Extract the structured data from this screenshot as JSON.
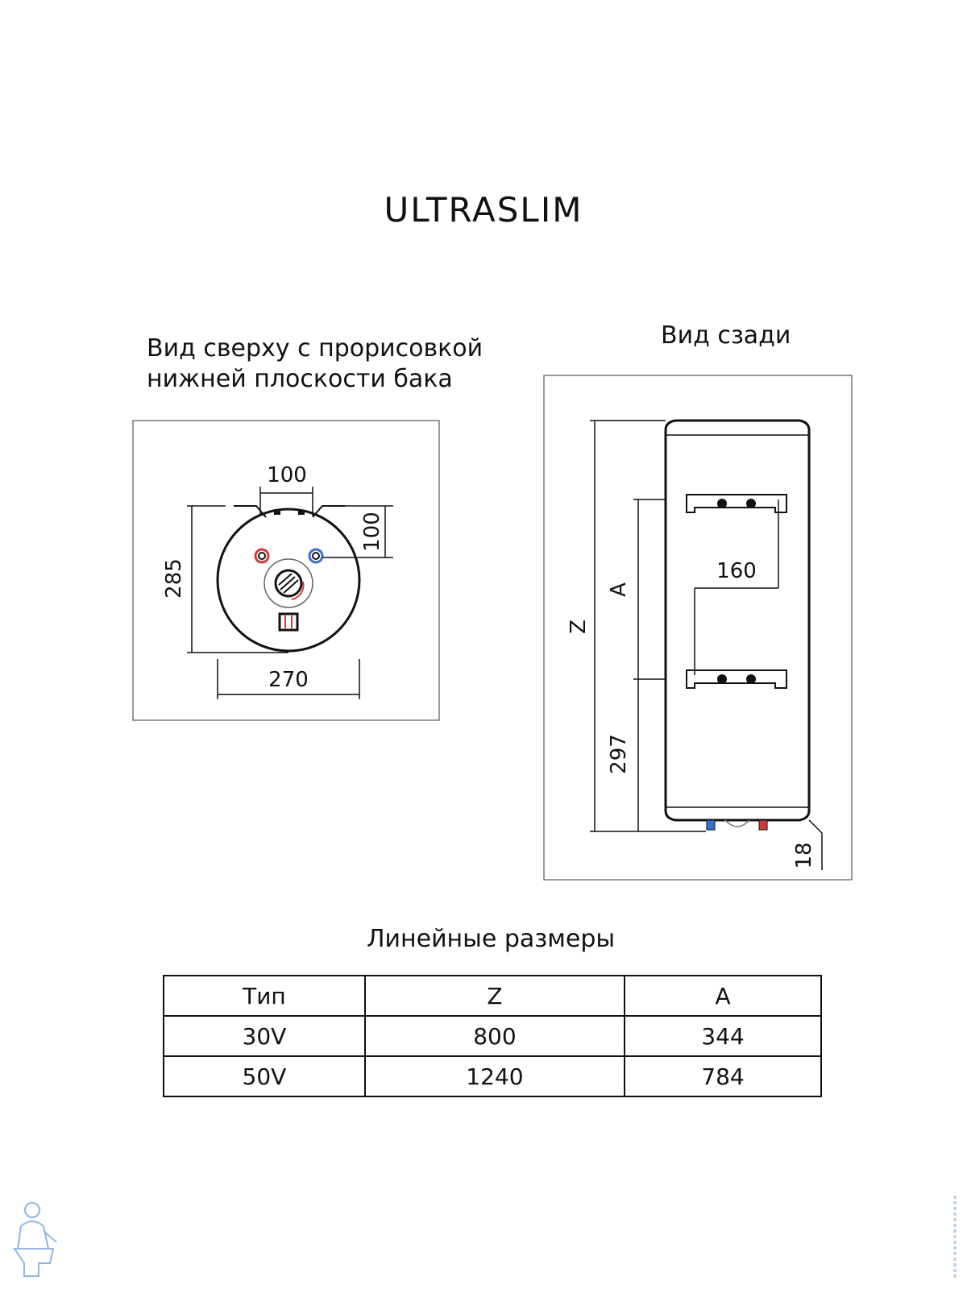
{
  "title": "ULTRASLIM",
  "views": {
    "top_caption": [
      "Вид сверху с прорисовкой",
      "нижней плоскости бака"
    ],
    "back_caption": "Вид сзади"
  },
  "top_view_dims": {
    "inlet_spacing": "100",
    "inlet_offset": "100",
    "depth": "285",
    "width": "270"
  },
  "back_view_dims": {
    "total_height": "Z",
    "bracket_spacing": "A",
    "bracket_width": "160",
    "bottom_offset": "297",
    "pipe_length": "18"
  },
  "table": {
    "caption": "Линейные размеры",
    "headers": [
      "Тип",
      "Z",
      "A"
    ],
    "rows": [
      [
        "30V",
        "800",
        "344"
      ],
      [
        "50V",
        "1240",
        "784"
      ]
    ]
  },
  "colors": {
    "hot_pipe": "#d23a3a",
    "cold_pipe": "#3a6fd2",
    "watermark": "#8fb7e0"
  },
  "icons": [
    "plumber-logo-icon"
  ]
}
